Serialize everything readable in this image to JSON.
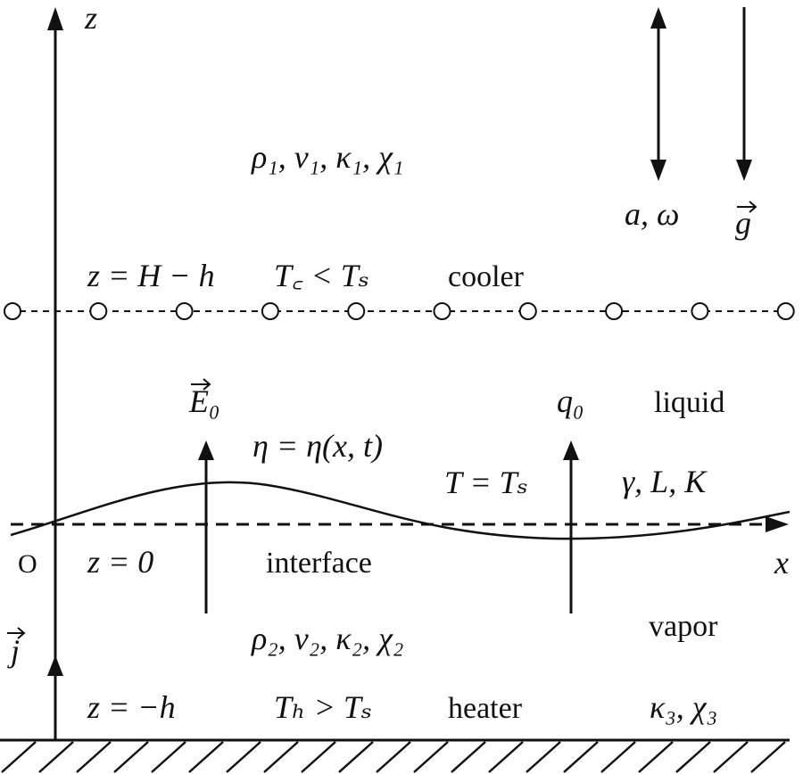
{
  "axes": {
    "z_label": "z",
    "x_label": "x",
    "origin_label": "O"
  },
  "top_region": {
    "properties": "ρ₁, ν₁, κ₁, χ₁",
    "vibration_label": "a, ω",
    "gravity_label": "g"
  },
  "cooler": {
    "height_label": "z = H − h",
    "temperature_relation": "T꜀ < Tₛ",
    "word": "cooler"
  },
  "liquid_region": {
    "field_label": "E₀",
    "heat_flux_label": "q₀",
    "word": "liquid",
    "interface_eq": "η = η(x, t)",
    "temperature_eq": "T = Tₛ",
    "params": "γ, L, K"
  },
  "interface": {
    "height_label": "z = 0",
    "word": "interface"
  },
  "vapor_region": {
    "current_label": "j",
    "properties": "ρ₂, ν₂, κ₂, χ₂",
    "word": "vapor"
  },
  "heater": {
    "height_label": "z = −h",
    "temperature_relation": "Tₕ > Tₛ",
    "word": "heater",
    "properties": "κ₃, χ₃"
  },
  "colors": {
    "ink": "#111111",
    "background": "#ffffff"
  }
}
